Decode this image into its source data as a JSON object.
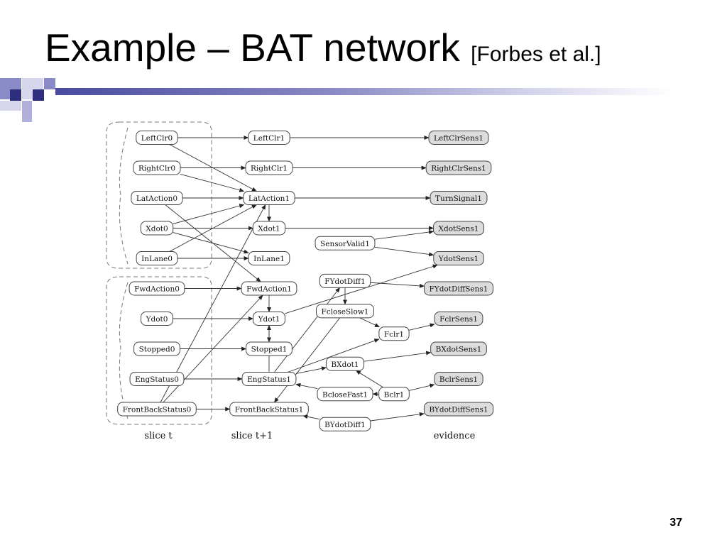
{
  "slide": {
    "title": "Example – BAT network",
    "citation": "[Forbes et al.]",
    "page_number": "37"
  },
  "diagram": {
    "nodes": [
      {
        "id": "LeftClr0",
        "label": "LeftClr0",
        "col": 0,
        "row": 0
      },
      {
        "id": "RightClr0",
        "label": "RightClr0",
        "col": 0,
        "row": 1
      },
      {
        "id": "LatAction0",
        "label": "LatAction0",
        "col": 0,
        "row": 2
      },
      {
        "id": "Xdot0",
        "label": "Xdot0",
        "col": 0,
        "row": 3
      },
      {
        "id": "InLane0",
        "label": "InLane0",
        "col": 0,
        "row": 4
      },
      {
        "id": "FwdAction0",
        "label": "FwdAction0",
        "col": 0,
        "row": 5
      },
      {
        "id": "Ydot0",
        "label": "Ydot0",
        "col": 0,
        "row": 6
      },
      {
        "id": "Stopped0",
        "label": "Stopped0",
        "col": 0,
        "row": 7
      },
      {
        "id": "EngStatus0",
        "label": "EngStatus0",
        "col": 0,
        "row": 8
      },
      {
        "id": "FrontBackStatus0",
        "label": "FrontBackStatus0",
        "col": 0,
        "row": 9
      },
      {
        "id": "LeftClr1",
        "label": "LeftClr1",
        "col": 1,
        "row": 0
      },
      {
        "id": "RightClr1",
        "label": "RightClr1",
        "col": 1,
        "row": 1
      },
      {
        "id": "LatAction1",
        "label": "LatAction1",
        "col": 1,
        "row": 2
      },
      {
        "id": "Xdot1",
        "label": "Xdot1",
        "col": 1,
        "row": 3
      },
      {
        "id": "InLane1",
        "label": "InLane1",
        "col": 1,
        "row": 4
      },
      {
        "id": "FwdAction1",
        "label": "FwdAction1",
        "col": 1,
        "row": 5
      },
      {
        "id": "Ydot1",
        "label": "Ydot1",
        "col": 1,
        "row": 6
      },
      {
        "id": "Stopped1",
        "label": "Stopped1",
        "col": 1,
        "row": 7
      },
      {
        "id": "EngStatus1",
        "label": "EngStatus1",
        "col": 1,
        "row": 8
      },
      {
        "id": "FrontBackStatus1",
        "label": "FrontBackStatus1",
        "col": 1,
        "row": 9
      },
      {
        "id": "SensorValid1",
        "label": "SensorValid1",
        "col": 2,
        "row": 3.5
      },
      {
        "id": "FYdotDiff1",
        "label": "FYdotDiff1",
        "col": 2,
        "row": 4.75
      },
      {
        "id": "FcloseSlow1",
        "label": "FcloseSlow1",
        "col": 2,
        "row": 5.75
      },
      {
        "id": "Fclr1",
        "label": "Fclr1",
        "col": 3,
        "row": 6.5
      },
      {
        "id": "BXdot1",
        "label": "BXdot1",
        "col": 2,
        "row": 7.5
      },
      {
        "id": "BcloseFast1",
        "label": "BcloseFast1",
        "col": 2,
        "row": 8.5
      },
      {
        "id": "Bclr1",
        "label": "Bclr1",
        "col": 3,
        "row": 8.5
      },
      {
        "id": "BYdotDiff1",
        "label": "BYdotDiff1",
        "col": 2,
        "row": 9.5
      },
      {
        "id": "LeftClrSens1",
        "label": "LeftClrSens1",
        "col": 4,
        "row": 0,
        "evidence": true
      },
      {
        "id": "RightClrSens1",
        "label": "RightClrSens1",
        "col": 4,
        "row": 1,
        "evidence": true
      },
      {
        "id": "TurnSignal1",
        "label": "TurnSignal1",
        "col": 4,
        "row": 2,
        "evidence": true
      },
      {
        "id": "XdotSens1",
        "label": "XdotSens1",
        "col": 4,
        "row": 3,
        "evidence": true
      },
      {
        "id": "YdotSens1",
        "label": "YdotSens1",
        "col": 4,
        "row": 4,
        "evidence": true
      },
      {
        "id": "FYdotDiffSens1",
        "label": "FYdotDiffSens1",
        "col": 4,
        "row": 5,
        "evidence": true
      },
      {
        "id": "FclrSens1",
        "label": "FclrSens1",
        "col": 4,
        "row": 6,
        "evidence": true
      },
      {
        "id": "BXdotSens1",
        "label": "BXdotSens1",
        "col": 4,
        "row": 7,
        "evidence": true
      },
      {
        "id": "BclrSens1",
        "label": "BclrSens1",
        "col": 4,
        "row": 8,
        "evidence": true
      },
      {
        "id": "BYdotDiffSens1",
        "label": "BYdotDiffSens1",
        "col": 4,
        "row": 9,
        "evidence": true
      }
    ],
    "edges": [
      [
        "LeftClr0",
        "LeftClr1"
      ],
      [
        "LeftClr0",
        "LatAction1"
      ],
      [
        "RightClr0",
        "RightClr1"
      ],
      [
        "RightClr0",
        "LatAction1"
      ],
      [
        "LatAction0",
        "LatAction1"
      ],
      [
        "LatAction0",
        "FwdAction1"
      ],
      [
        "Xdot0",
        "Xdot1"
      ],
      [
        "Xdot0",
        "InLane1"
      ],
      [
        "Xdot0",
        "LatAction1"
      ],
      [
        "InLane0",
        "InLane1"
      ],
      [
        "InLane0",
        "LatAction1"
      ],
      [
        "FwdAction0",
        "FwdAction1"
      ],
      [
        "Ydot0",
        "Ydot1"
      ],
      [
        "Stopped0",
        "Stopped1"
      ],
      [
        "EngStatus0",
        "EngStatus1"
      ],
      [
        "FrontBackStatus0",
        "FrontBackStatus1"
      ],
      [
        "FrontBackStatus0",
        "LatAction1"
      ],
      [
        "FrontBackStatus0",
        "FwdAction1"
      ],
      [
        "LeftClr1",
        "LeftClrSens1"
      ],
      [
        "RightClr1",
        "RightClrSens1"
      ],
      [
        "LatAction1",
        "TurnSignal1"
      ],
      [
        "LatAction1",
        "Xdot1"
      ],
      [
        "Xdot1",
        "XdotSens1"
      ],
      [
        "SensorValid1",
        "XdotSens1"
      ],
      [
        "SensorValid1",
        "YdotSens1"
      ],
      [
        "Ydot1",
        "YdotSens1"
      ],
      [
        "FwdAction1",
        "Ydot1"
      ],
      [
        "Ydot1",
        "Stopped1"
      ],
      [
        "EngStatus1",
        "Ydot1"
      ],
      [
        "EngStatus1",
        "FYdotDiff1"
      ],
      [
        "EngStatus1",
        "Fclr1"
      ],
      [
        "EngStatus1",
        "BXdot1"
      ],
      [
        "FYdotDiff1",
        "FYdotDiffSens1"
      ],
      [
        "FYdotDiff1",
        "FcloseSlow1"
      ],
      [
        "FcloseSlow1",
        "Fclr1"
      ],
      [
        "FcloseSlow1",
        "FrontBackStatus1"
      ],
      [
        "Fclr1",
        "FclrSens1"
      ],
      [
        "BXdot1",
        "BXdotSens1"
      ],
      [
        "BcloseFast1",
        "EngStatus1"
      ],
      [
        "Bclr1",
        "BcloseFast1"
      ],
      [
        "Bclr1",
        "BXdot1"
      ],
      [
        "Bclr1",
        "BclrSens1"
      ],
      [
        "BYdotDiff1",
        "BYdotDiffSens1"
      ],
      [
        "BYdotDiff1",
        "FrontBackStatus1"
      ]
    ],
    "captions": {
      "slice_t": "slice t",
      "slice_t1": "slice t+1",
      "evidence": "evidence"
    }
  }
}
